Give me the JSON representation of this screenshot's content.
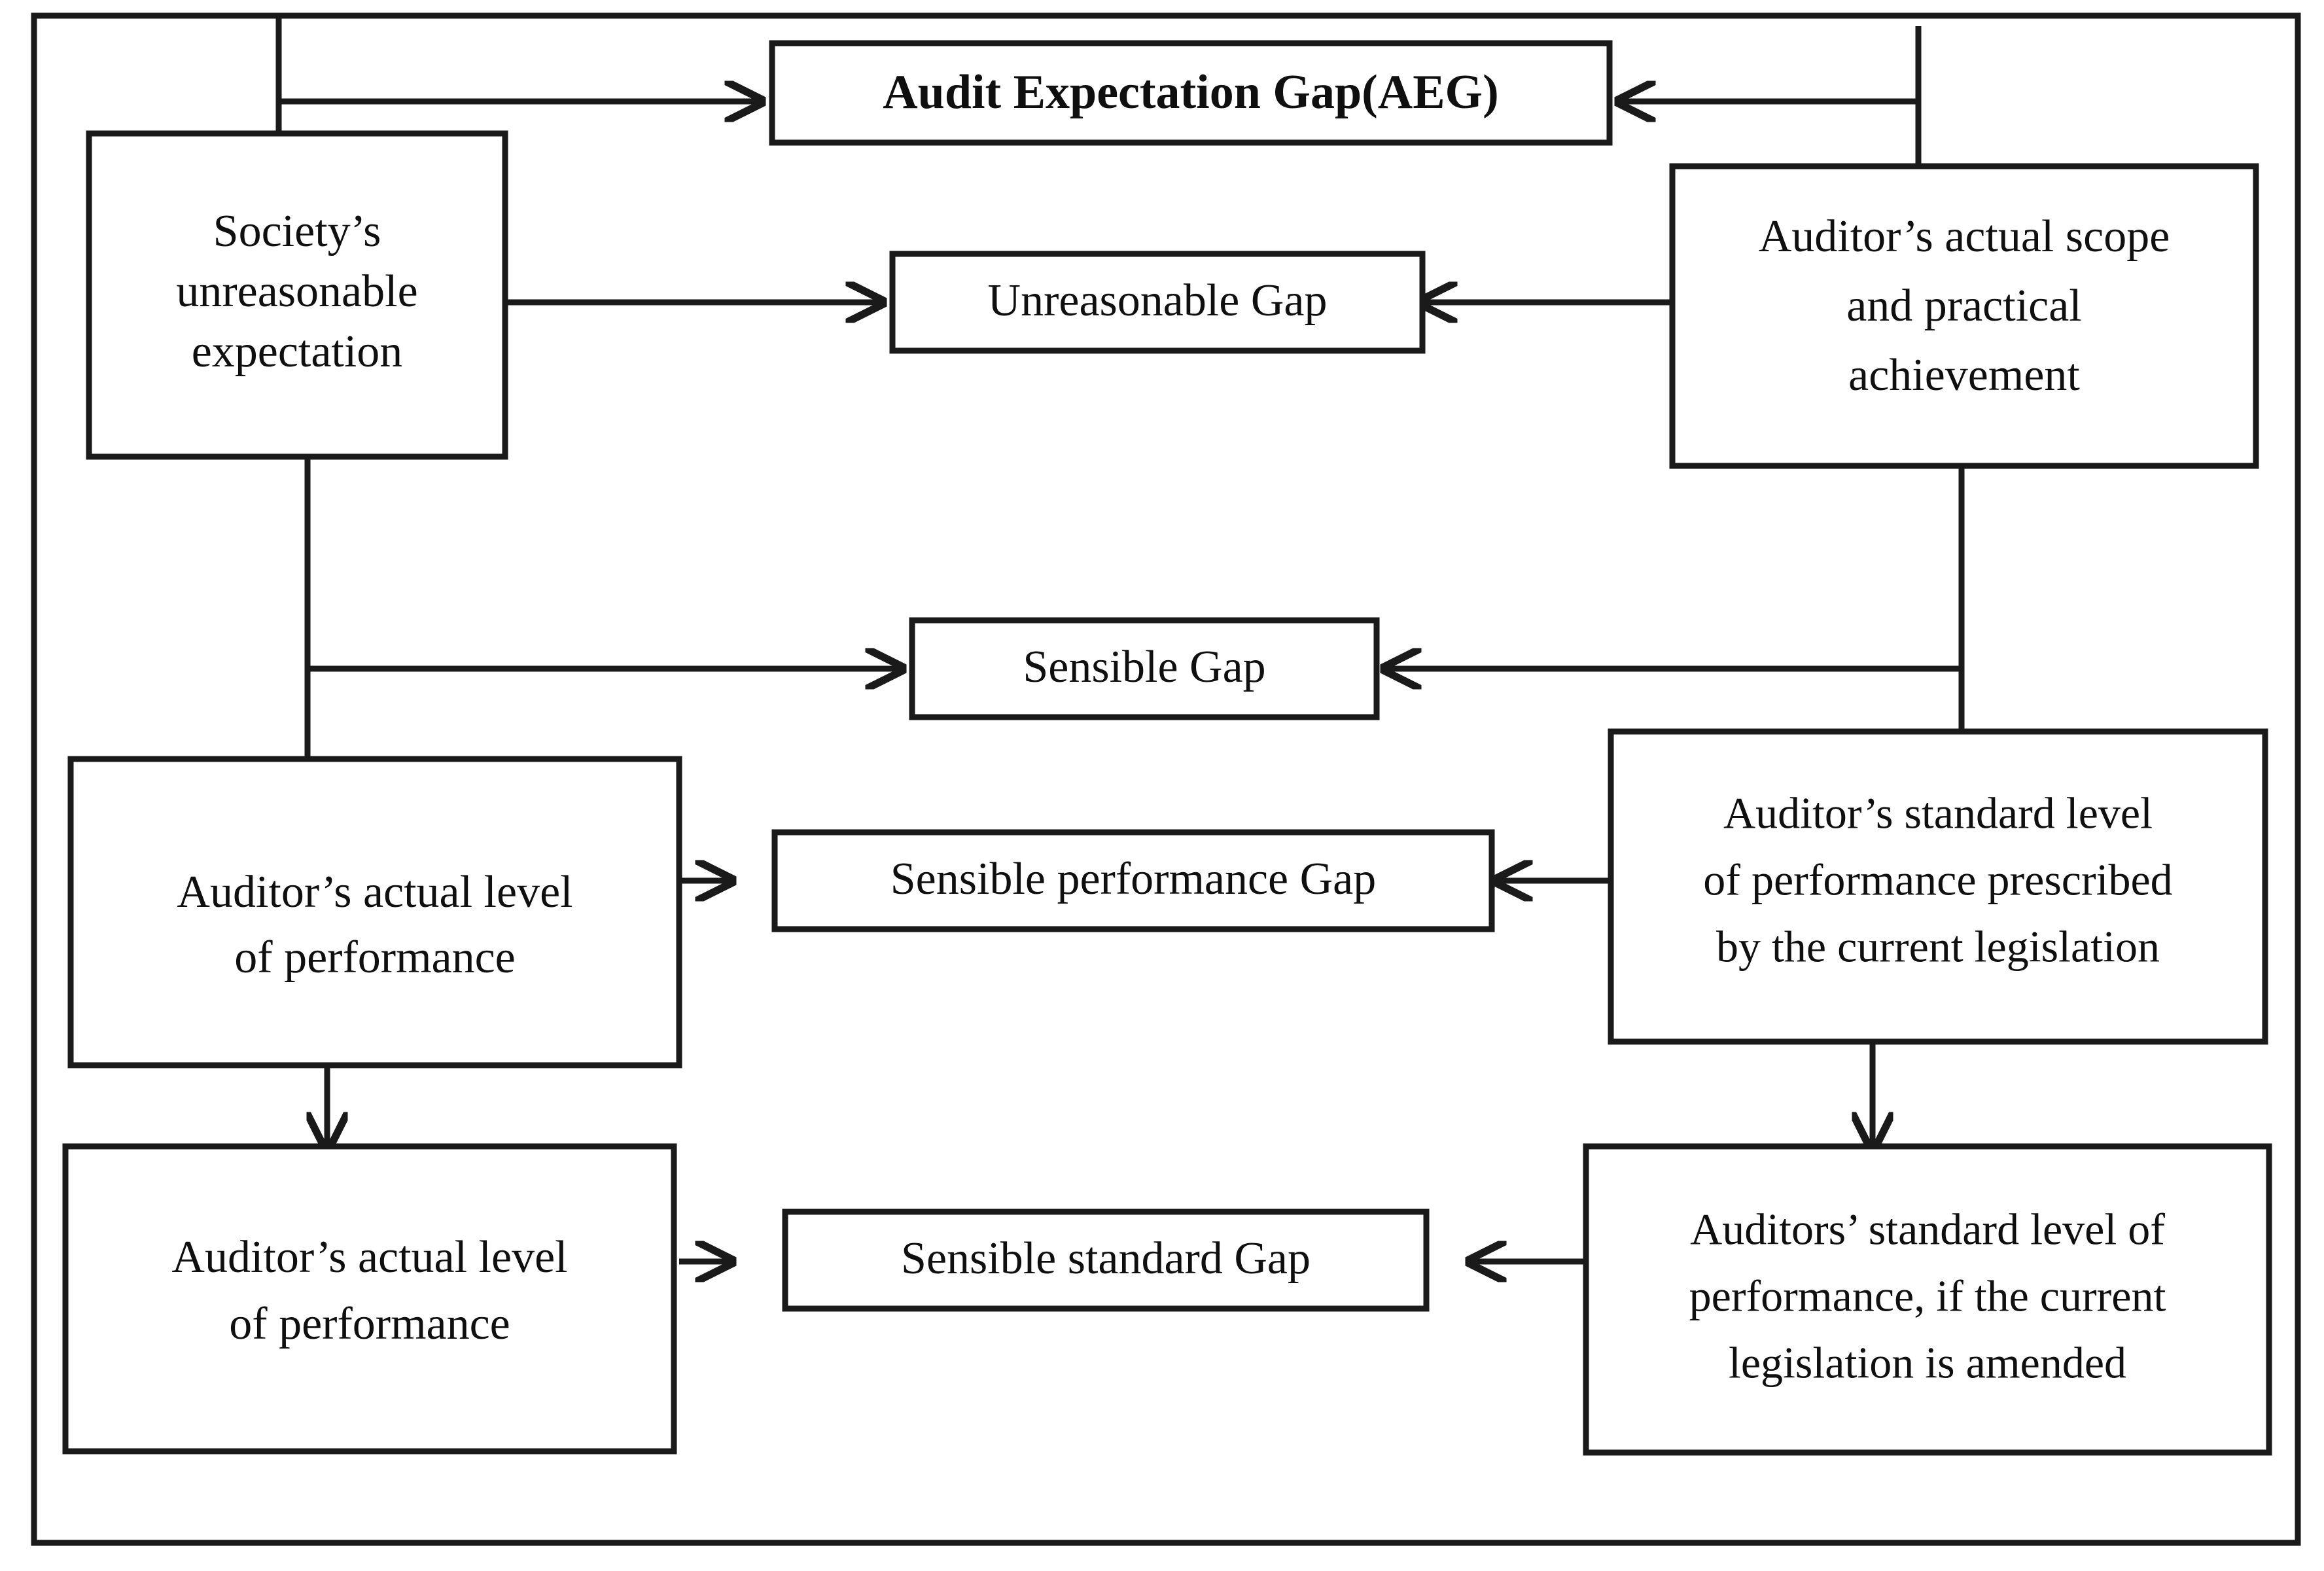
{
  "diagram": {
    "title": "Audit Expectation Gap structure diagram",
    "colors": {
      "stroke": "#1a1a1a",
      "box_fill": "#ffffff",
      "text": "#0f0f0f",
      "background": "#ffffff"
    },
    "nodes": {
      "aeg": {
        "label": "Audit Expectation Gap(AEG)",
        "lines": [
          "Audit Expectation Gap(AEG)"
        ],
        "bold": true
      },
      "society_expectation": {
        "label": "Society's unreasonable expectation",
        "lines": [
          "Society’s",
          "unreasonable",
          "expectation"
        ],
        "bold": false
      },
      "auditor_scope": {
        "label": "Auditor's actual scope and practical achievement",
        "lines": [
          "Auditor’s actual scope",
          "and practical",
          "achievement"
        ],
        "bold": false
      },
      "unreasonable_gap": {
        "label": "Unreasonable Gap",
        "lines": [
          "Unreasonable Gap"
        ],
        "bold": false
      },
      "sensible_gap": {
        "label": "Sensible Gap",
        "lines": [
          "Sensible Gap"
        ],
        "bold": false
      },
      "auditor_actual_level_mid": {
        "label": "Auditor's actual level of performance",
        "lines": [
          "Auditor’s actual level",
          "of performance"
        ],
        "bold": false
      },
      "sensible_performance_gap": {
        "label": "Sensible performance Gap",
        "lines": [
          "Sensible performance Gap"
        ],
        "bold": false
      },
      "auditor_standard_prescribed": {
        "label": "Auditor's standard level of performance prescribed by the current legislation",
        "lines": [
          "Auditor’s standard level",
          "of performance prescribed",
          "by the current legislation"
        ],
        "bold": false
      },
      "auditor_actual_level_bottom": {
        "label": "Auditor's actual level of performance",
        "lines": [
          "Auditor’s actual level",
          "of performance"
        ],
        "bold": false
      },
      "sensible_standard_gap": {
        "label": "Sensible standard Gap",
        "lines": [
          "Sensible standard Gap"
        ],
        "bold": false
      },
      "auditors_standard_amended": {
        "label": "Auditors' standard level of performance, if the current legislation is amended",
        "lines": [
          "Auditors’ standard level of",
          "performance, if the current",
          "legislation is amended"
        ],
        "bold": false
      }
    },
    "edges": [
      {
        "from": "society_expectation",
        "to": "aeg",
        "arrow": "right"
      },
      {
        "from": "auditor_scope",
        "to": "aeg",
        "arrow": "left"
      },
      {
        "from": "society_expectation",
        "to": "unreasonable_gap",
        "arrow": "right"
      },
      {
        "from": "auditor_scope",
        "to": "unreasonable_gap",
        "arrow": "left"
      },
      {
        "from": "society_expectation",
        "to": "sensible_gap",
        "arrow": "right"
      },
      {
        "from": "auditor_scope",
        "to": "sensible_gap",
        "arrow": "left"
      },
      {
        "from": "auditor_actual_level_mid",
        "to": "sensible_performance_gap",
        "arrow": "right"
      },
      {
        "from": "auditor_standard_prescribed",
        "to": "sensible_performance_gap",
        "arrow": "left"
      },
      {
        "from": "auditor_actual_level_mid",
        "to": "auditor_actual_level_bottom",
        "arrow": "down"
      },
      {
        "from": "auditor_standard_prescribed",
        "to": "auditors_standard_amended",
        "arrow": "down"
      },
      {
        "from": "auditor_actual_level_bottom",
        "to": "sensible_standard_gap",
        "arrow": "right"
      },
      {
        "from": "auditors_standard_amended",
        "to": "sensible_standard_gap",
        "arrow": "left"
      }
    ]
  }
}
